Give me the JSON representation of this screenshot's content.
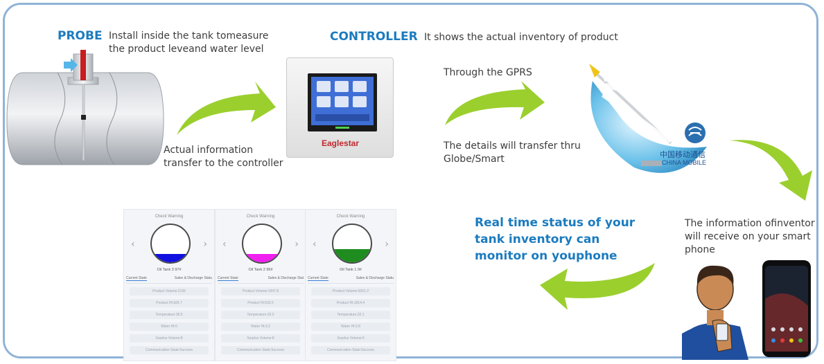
{
  "probe": {
    "title": "PROBE",
    "desc_line1": "Install inside the tank tomeasure",
    "desc_line2": "the product leveand water level"
  },
  "controller": {
    "title": "CONTROLLER",
    "desc": "It shows the actual inventory of product",
    "brand": "Eaglestar"
  },
  "arrow1": {
    "line1": "Actual information",
    "line2": "transfer to the controller"
  },
  "gprs": {
    "above": "Through the GPRS",
    "below_line1": "The details will transfer thru",
    "below_line2": "Globe/Smart"
  },
  "china_mobile": {
    "cn": "中国移动通信",
    "en": "CHINA MOBILE"
  },
  "receive": {
    "line1": "The information ofinventor",
    "line2": "will receive on your smart",
    "line3": "phone"
  },
  "realtime": {
    "line1": "Real time status of your",
    "line2": "tank inventory can",
    "line3": "monitor on youphone"
  },
  "colors": {
    "frame": "#8fb3d6",
    "arrow_green": "#9bcf2e",
    "heading_blue": "#1b7bbf"
  },
  "panels": [
    {
      "title": "Check Warning",
      "tank": "Oil Tank 3 97#",
      "fill_color": "#1010e0",
      "fill_level": 0.22,
      "tab1": "Current State",
      "tab2": "Sales & Discharge Statu",
      "rows": [
        "Product Volume:2155",
        "Product Ht:926.7",
        "Temperature:30.5",
        "Water Ht:0",
        "Surplus Volume:8",
        "Communication State:Success"
      ]
    },
    {
      "title": "Check Warning",
      "tank": "Oil Tank 2 95#",
      "fill_color": "#f020f0",
      "fill_level": 0.22,
      "tab1": "Current State",
      "tab2": "Sales & Discharge Stat",
      "rows": [
        "Product Volume:1947.8",
        "Product Ht:632.6",
        "Temperature:32.2",
        "Water Ht:3.2",
        "Surplus Volume:8",
        "Communication State:Success"
      ]
    },
    {
      "title": "Check Warning",
      "tank": "Oil Tank 1 0#",
      "fill_color": "#1e8c1e",
      "fill_level": 0.36,
      "tab1": "Current State",
      "tab2": "Sales & Discharge Statu",
      "rows": [
        "Product Volume:6001.2",
        "Product Ht:1814.4",
        "Temperature:32.1",
        "Water Ht:2.8",
        "Surplus Volume:0",
        "Communication State:Success"
      ]
    }
  ]
}
